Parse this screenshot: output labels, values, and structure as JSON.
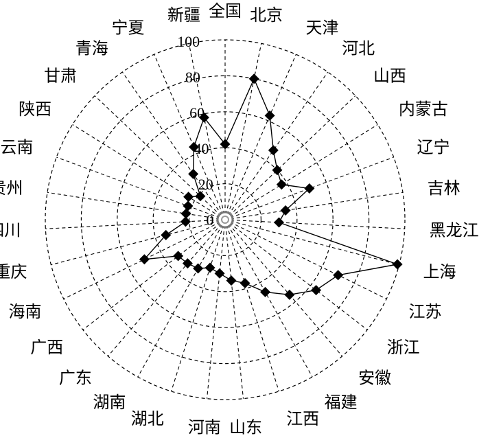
{
  "chart_data": {
    "type": "radar",
    "title": "",
    "categories": [
      "全国",
      "北京",
      "天津",
      "河北",
      "山西",
      "内蒙古",
      "辽宁",
      "吉林",
      "黑龙江",
      "上海",
      "江苏",
      "浙江",
      "安徽",
      "福建",
      "江西",
      "山东",
      "河南",
      "湖北",
      "湖南",
      "广东",
      "广西",
      "海南",
      "重庆",
      "四川",
      "贵州",
      "云南",
      "陕西",
      "甘肃",
      "青海",
      "宁夏",
      "新疆"
    ],
    "values": [
      42,
      80,
      63,
      47,
      40,
      37,
      50,
      34,
      30,
      99,
      70,
      64,
      55,
      46,
      37,
      34,
      30,
      28,
      31,
      32,
      33,
      50,
      34,
      22,
      22,
      22,
      24,
      19,
      31,
      44,
      58
    ],
    "rlim": [
      0,
      100
    ],
    "rticks": [
      0,
      20,
      40,
      60,
      80,
      100
    ],
    "grid": true,
    "marker": "diamond",
    "color": "#000000"
  }
}
